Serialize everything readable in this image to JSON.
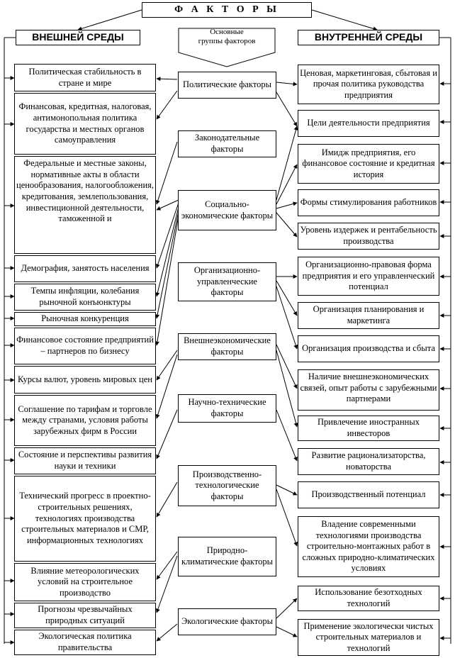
{
  "title": "Ф А К Т О Р Ы",
  "external_header": "ВНЕШНЕЙ СРЕДЫ",
  "internal_header": "ВНУТРЕННЕЙ СРЕДЫ",
  "groups_label": "Основные группы факторов",
  "middle": [
    "Политические факторы",
    "Законодательные факторы",
    "Социально-экономические факторы",
    "Организационно-управленческие факторы",
    "Внешнеэкономические факторы",
    "Научно-технические факторы",
    "Производственно-технологические факторы",
    "Природно-климатические факторы",
    "Экологические факторы"
  ],
  "left": [
    "Политическая стабильность в стране и мире",
    "Финансовая, кредитная, налоговая, антимонопольная политика государства и местных органов самоуправления",
    "Федеральные и местные законы, нормативные акты в области ценообразования, налогообложения, кредитования, землепользования, инвестиционной деятельности, таможенной и",
    "Демография, занятость населения",
    "Темпы инфляции, колебания рыночной конъюнктуры",
    "Рыночная конкуренция",
    "Финансовое состояние предприятий – партнеров по бизнесу",
    "Курсы валют, уровень мировых цен",
    "Соглашение по тарифам и торговле между странами, условия работы зарубежных фирм в России",
    "Состояние и перспективы развития науки и техники",
    "Технический прогресс в проектно-строительных решениях, технологиях производства строительных материалов и СМР, информационных технологиях",
    "Влияние метеорологических условий на строительное производство",
    "Прогнозы чрезвычайных природных ситуаций",
    "Экологическая политика правительства"
  ],
  "right": [
    "Ценовая, маркетинговая, сбытовая и прочая политика руководства предприятия",
    "Цели деятельности предприятия",
    "Имидж предприятия, его финансовое состояние и кредитная история",
    "Формы стимулирования работников",
    "Уровень издержек и рентабельность производства",
    "Организационно-правовая форма предприятия и его управленческий потенциал",
    "Организация планирования и маркетинга",
    "Организация производства и сбыта",
    "Наличие внешнеэкономических связей, опыт работы с зарубежными партнерами",
    "Привлечение иностранных инвесторов",
    "Развитие рационализаторства, новаторства",
    "Производственный потенциал",
    "Владение современными технологиями производства строительно-монтажных работ в сложных природно-климатических условиях",
    "Использование безотходных технологий",
    "Применение экологически чистых строительных материалов и технологий"
  ]
}
